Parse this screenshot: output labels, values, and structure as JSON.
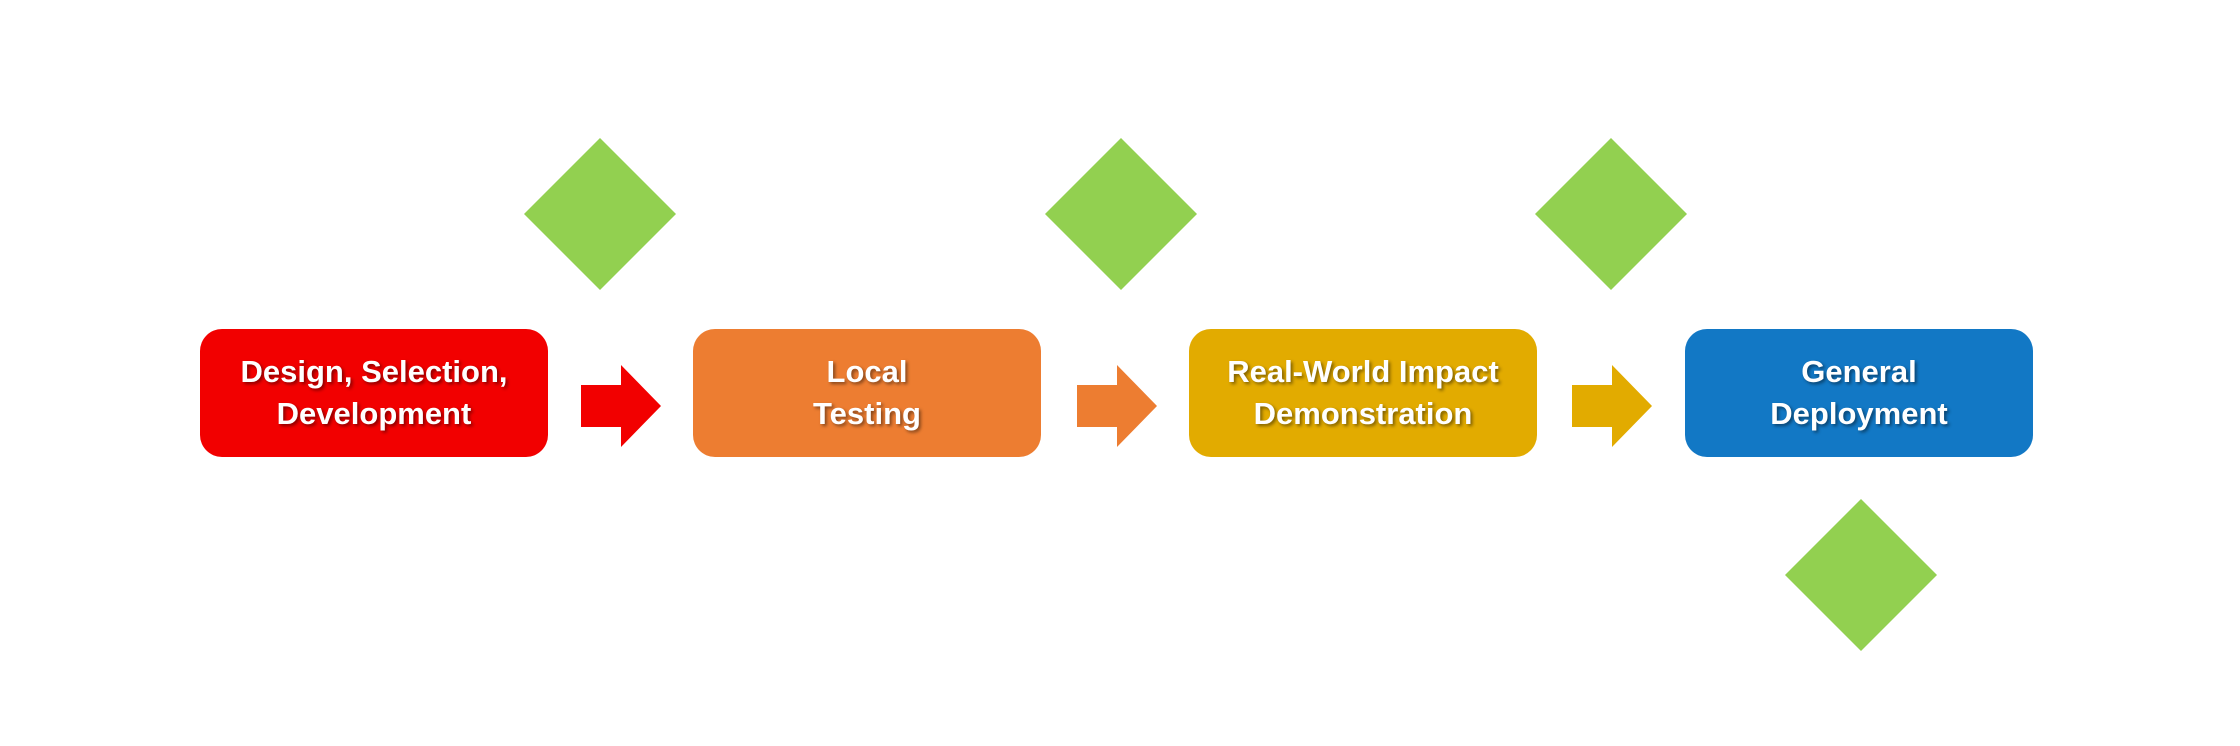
{
  "diagram": {
    "stages": [
      {
        "id": "design",
        "label": "Design, Selection,\nDevelopment",
        "color": "#f20000"
      },
      {
        "id": "local-testing",
        "label": "Local\nTesting",
        "color": "#ed7d31"
      },
      {
        "id": "real-world",
        "label": "Real-World Impact\nDemonstration",
        "color": "#e2ab00"
      },
      {
        "id": "general-deployment",
        "label": "General\nDeployment",
        "color": "#1278c5"
      }
    ],
    "arrows": [
      {
        "color": "#f20000"
      },
      {
        "color": "#ed7d31"
      },
      {
        "color": "#e2ab00"
      }
    ],
    "diamond_color": "#92d050",
    "text_color": "#ffffff"
  }
}
